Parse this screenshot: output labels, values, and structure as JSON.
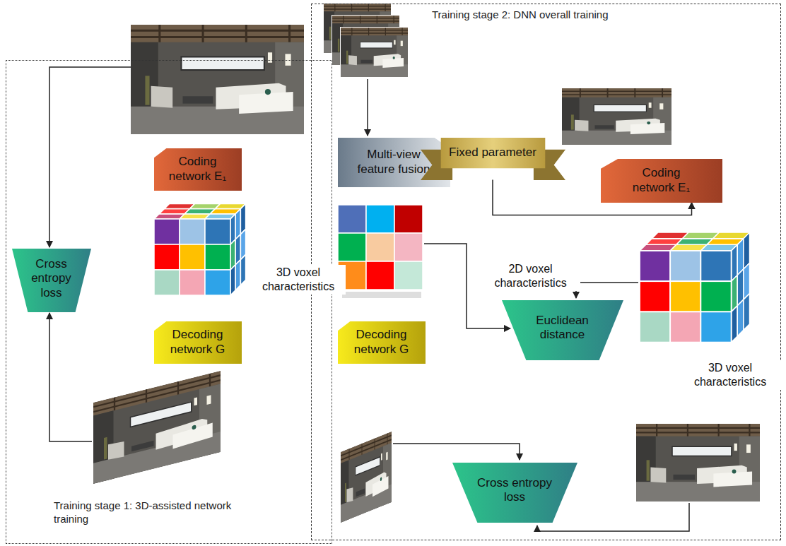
{
  "diagram": {
    "nodes": [
      {
        "text": [
          "Training stage 1: 3D-assisted network training"
        ]
      },
      {
        "text": [
          "Training stage 2: DNN overall training"
        ]
      },
      {
        "text": [
          "Cross entropy loss"
        ],
        "in": 0
      },
      {
        "text": [
          "Coding network E₁"
        ],
        "in": 0
      },
      {
        "text": [
          "Decoding network G"
        ],
        "in": 0
      },
      {
        "text": [
          "Multi-view feature fusion"
        ],
        "in": 1
      },
      {
        "text": [
          "Fixed parameter"
        ],
        "in": 1
      },
      {
        "text": [
          "Coding network E₁"
        ],
        "in": 1
      },
      {
        "text": [
          "Euclidean distance"
        ],
        "in": 1
      },
      {
        "text": [
          "Decoding network G"
        ],
        "in": 1
      },
      {
        "text": [
          "Cross entropy loss"
        ],
        "in": 1
      }
    ],
    "edges": [
      {
        "from": 6,
        "to": 7,
        "arrow": "to"
      }
    ],
    "labels": [
      "3D voxel characteristics",
      "2D voxel characteristics",
      "3D voxel characteristics"
    ]
  }
}
